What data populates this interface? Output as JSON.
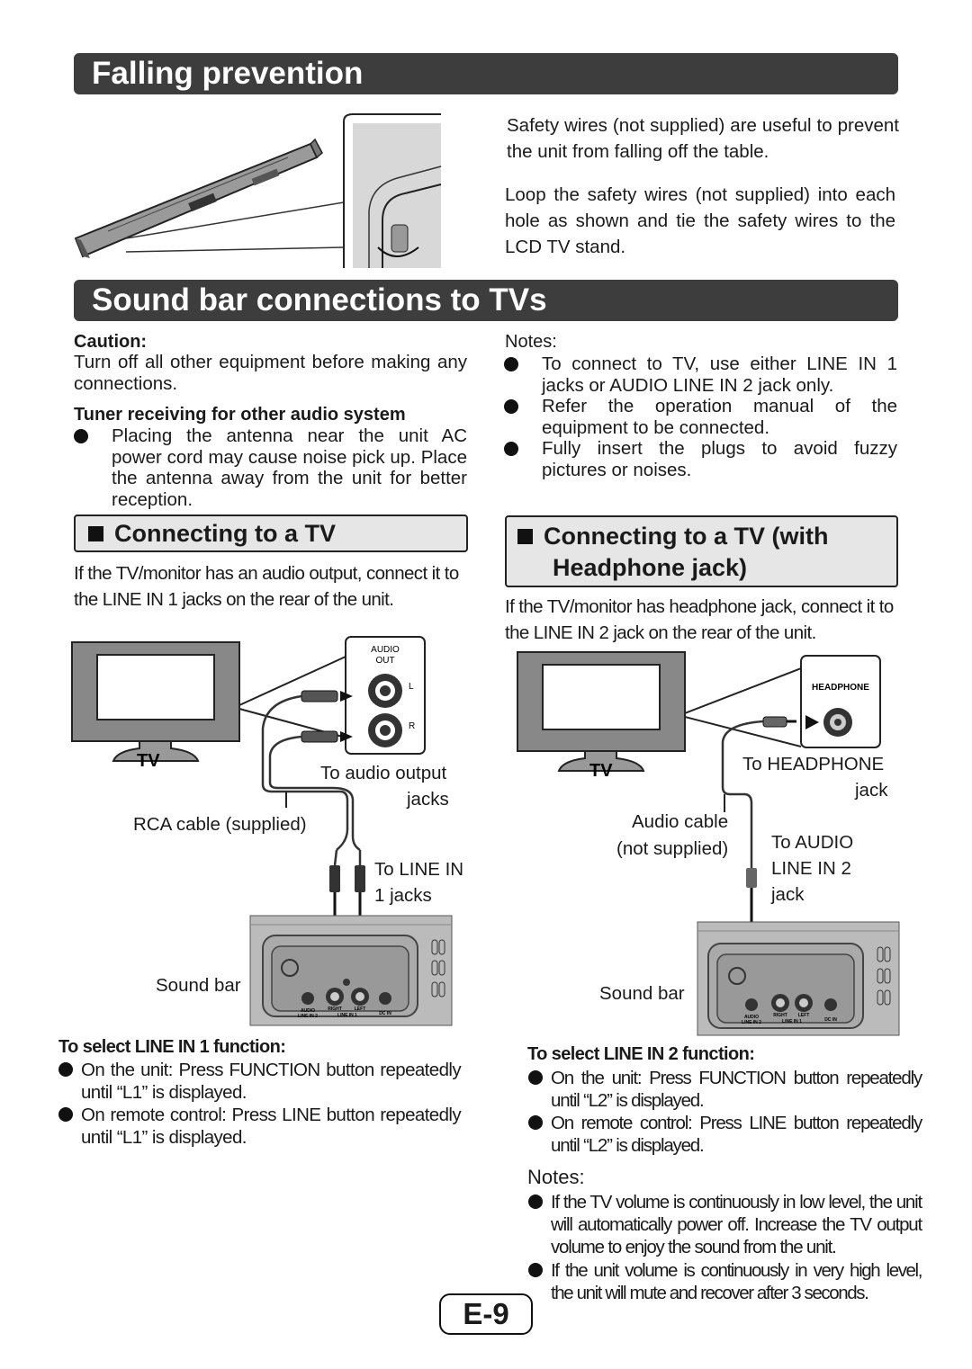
{
  "falling": {
    "title": "Falling prevention",
    "para1": "Safety wires (not supplied) are useful to prevent the unit from falling off the table.",
    "para2": "Loop the safety wires (not supplied) into each hole as shown and tie the safety wires to the LCD TV stand."
  },
  "connections": {
    "title": "Sound bar connections to TVs",
    "caution_heading": "Caution:",
    "caution_text": "Turn off all other equipment before making any connections.",
    "tuner_heading": "Tuner receiving for other audio system",
    "tuner_bullet": "Placing the antenna near the unit AC power cord may cause noise pick up. Place the antenna away from the unit for better reception.",
    "notes_heading": "Notes:",
    "notes": [
      "To connect to TV, use either LINE IN 1 jacks or AUDIO LINE IN 2 jack only.",
      "Refer the operation manual of the equipment to be connected.",
      "Fully insert the plugs to avoid fuzzy pictures or noises."
    ]
  },
  "tv_section": {
    "heading": "Connecting to a TV",
    "intro": "If the TV/monitor has an audio output, connect it to the LINE IN 1 jacks on the rear of the unit.",
    "diagram": {
      "tv_label": "TV",
      "audio_out_line1": "AUDIO",
      "audio_out_line2": "OUT",
      "left_ch": "L",
      "right_ch": "R",
      "to_audio_output": "To audio output",
      "jacks": "jacks",
      "rca_cable": "RCA cable (supplied)",
      "to_line_in": "To LINE IN",
      "one_jacks": "1 jacks",
      "sound_bar": "Sound bar",
      "panel_audio": "AUDIO",
      "panel_line_in_2": "LINE IN 2",
      "panel_right": "RIGHT",
      "panel_left": "LEFT",
      "panel_line_in_1": "LINE IN 1",
      "panel_dc_in": "DC IN"
    },
    "select_heading": "To select LINE IN 1 function:",
    "select_bullets": [
      "On the unit: Press FUNCTION button repeatedly until “L1” is displayed.",
      "On remote control: Press LINE button repeatedly until “L1” is displayed."
    ]
  },
  "hp_section": {
    "heading_line1": "Connecting to a TV (with",
    "heading_line2": "Headphone jack)",
    "intro": "If the TV/monitor has headphone jack, connect it to the LINE IN 2 jack on the rear of the unit.",
    "diagram": {
      "tv_label": "TV",
      "headphone": "HEADPHONE",
      "to_headphone": "To HEADPHONE",
      "jack": "jack",
      "audio_cable": "Audio cable",
      "not_supplied": "(not supplied)",
      "to_audio": "To AUDIO",
      "line_in_2": "LINE IN 2",
      "jack2": "jack",
      "sound_bar": "Sound bar",
      "panel_audio": "AUDIO",
      "panel_line_in_2": "LINE IN 2",
      "panel_right": "RIGHT",
      "panel_left": "LEFT",
      "panel_line_in_1": "LINE IN 1",
      "panel_dc_in": "DC IN"
    },
    "select_heading": "To select LINE IN 2 function:",
    "select_bullets": [
      "On the unit: Press FUNCTION button repeatedly until “L2” is displayed.",
      "On remote control: Press LINE button repeatedly until “L2” is displayed."
    ],
    "notes_heading": "Notes:",
    "notes": [
      "If the TV volume is continuously in low level, the unit will automatically power off. Increase the TV output volume to enjoy the sound from the unit.",
      "If the unit volume is continuously in very high level, the unit will mute and recover after 3 seconds."
    ]
  },
  "page_number": "E-9"
}
